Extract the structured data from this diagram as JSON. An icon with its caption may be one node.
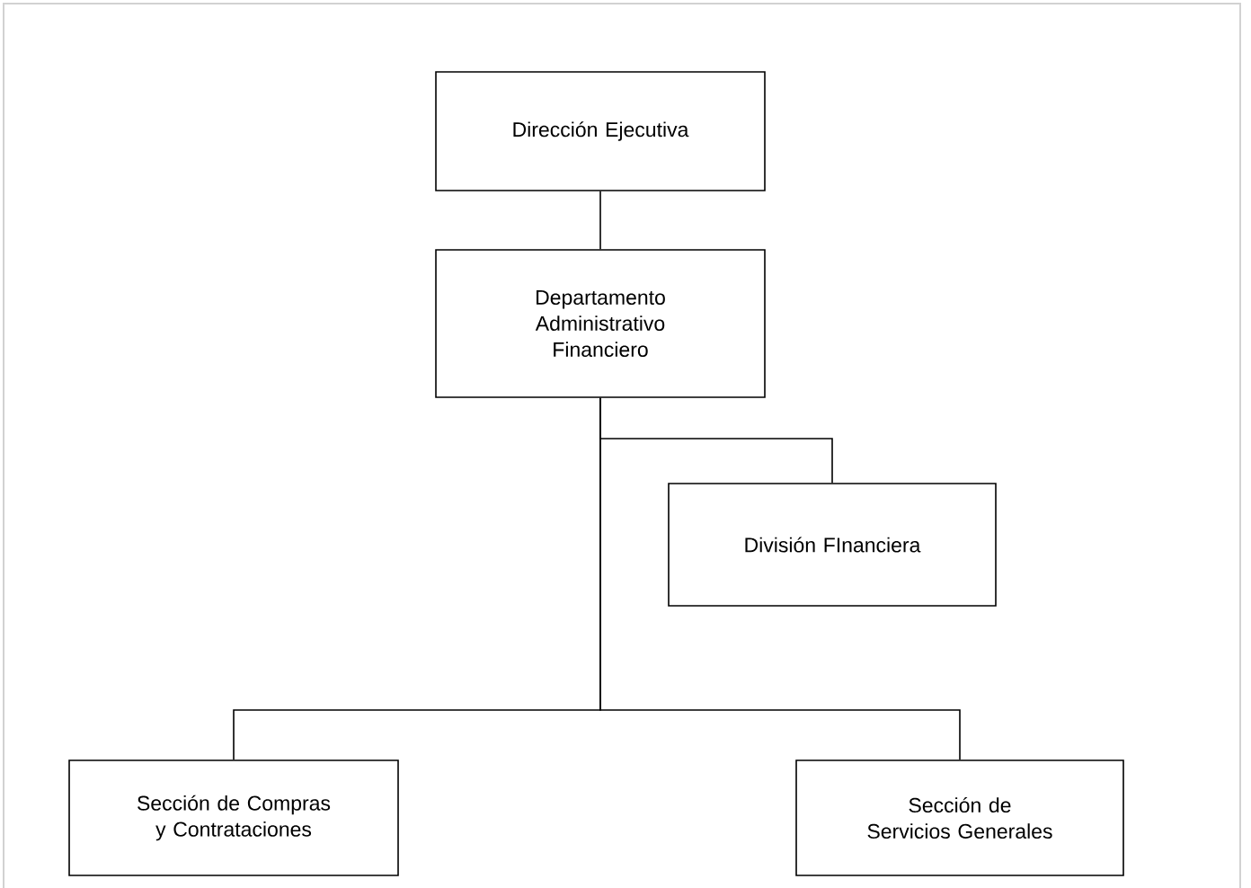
{
  "diagram": {
    "nodes": [
      {
        "text": [
          "Dirección Ejecutiva"
        ]
      },
      {
        "text": [
          "Departamento Administrativo Financiero"
        ]
      },
      {
        "text": [
          "División FInanciera"
        ]
      },
      {
        "text": [
          "Sección de Compras y Contrataciones"
        ]
      },
      {
        "text": [
          "Sección de Servicios Generales"
        ]
      }
    ],
    "edges": [
      {
        "from": 0,
        "to": 1,
        "arrow": "none"
      },
      {
        "from": 1,
        "to": 2,
        "arrow": "none"
      },
      {
        "from": 1,
        "to": 3,
        "arrow": "none"
      },
      {
        "from": 1,
        "to": 4,
        "arrow": "none"
      }
    ]
  }
}
